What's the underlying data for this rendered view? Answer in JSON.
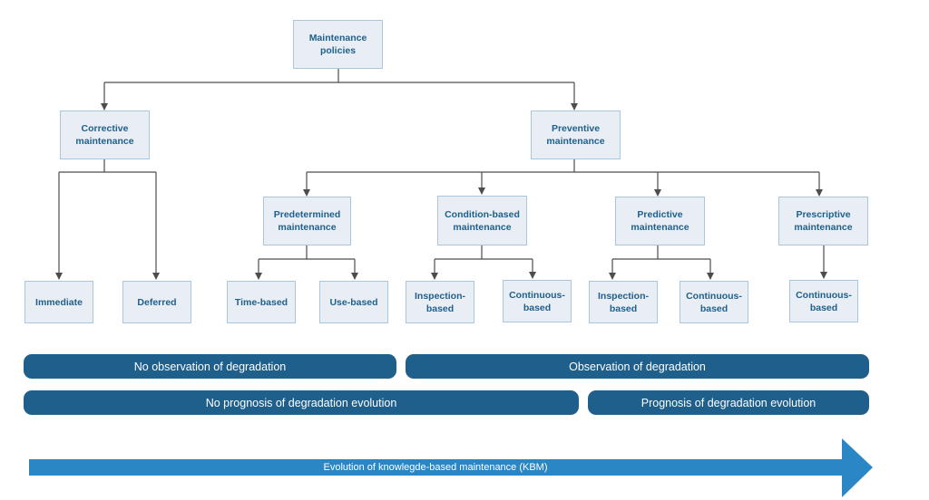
{
  "diagram": {
    "root": "Maintenance policies",
    "corrective": {
      "label": "Corrective maintenance",
      "children": [
        "Immediate",
        "Deferred"
      ]
    },
    "preventive": {
      "label": "Preventive maintenance",
      "predetermined": {
        "label": "Predetermined maintenance",
        "children": [
          "Time-based",
          "Use-based"
        ]
      },
      "condition_based": {
        "label": "Condition-based maintenance",
        "children": [
          "Inspection-based",
          "Continuous-based"
        ]
      },
      "predictive": {
        "label": "Predictive maintenance",
        "children": [
          "Inspection-based",
          "Continuous-based"
        ]
      },
      "prescriptive": {
        "label": "Prescriptive maintenance",
        "children": [
          "Continuous-based"
        ]
      }
    }
  },
  "bands": {
    "no_observation": "No observation of degradation",
    "observation": "Observation of degradation",
    "no_prognosis": "No prognosis of degradation evolution",
    "prognosis": "Prognosis of degradation evolution"
  },
  "kbm_arrow": {
    "label": "Evolution of knowlegde-based maintenance (KBM)",
    "color": "#2b86c5"
  },
  "colors": {
    "node_fill": "#e8eef3",
    "node_border": "#a8c6de",
    "node_text": "#1f5f8c",
    "band_fill": "#1f5f8c",
    "connector": "#4d4d4d"
  }
}
